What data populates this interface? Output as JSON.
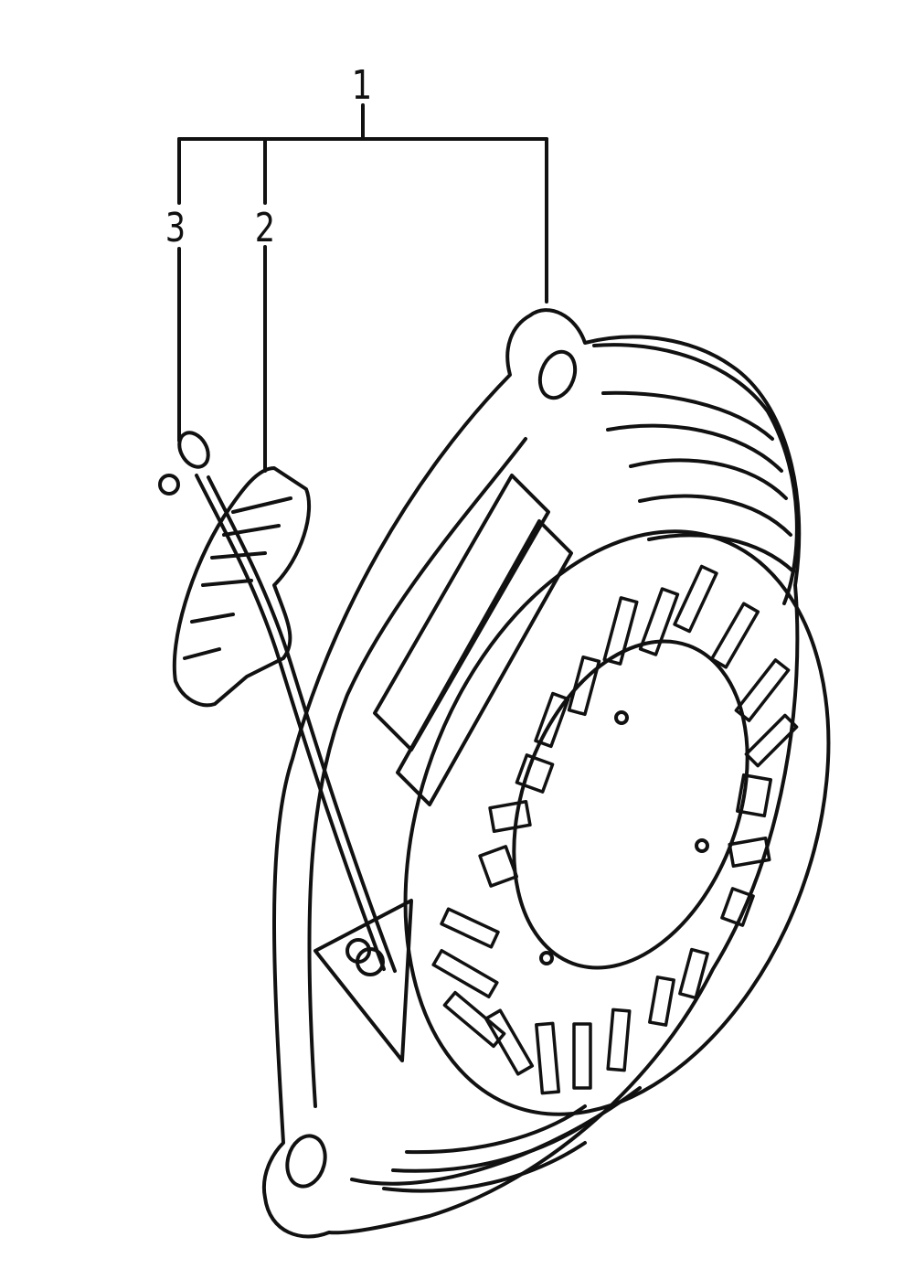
{
  "callouts": {
    "assembly": "1",
    "handle": "2",
    "rope_end": "3"
  }
}
